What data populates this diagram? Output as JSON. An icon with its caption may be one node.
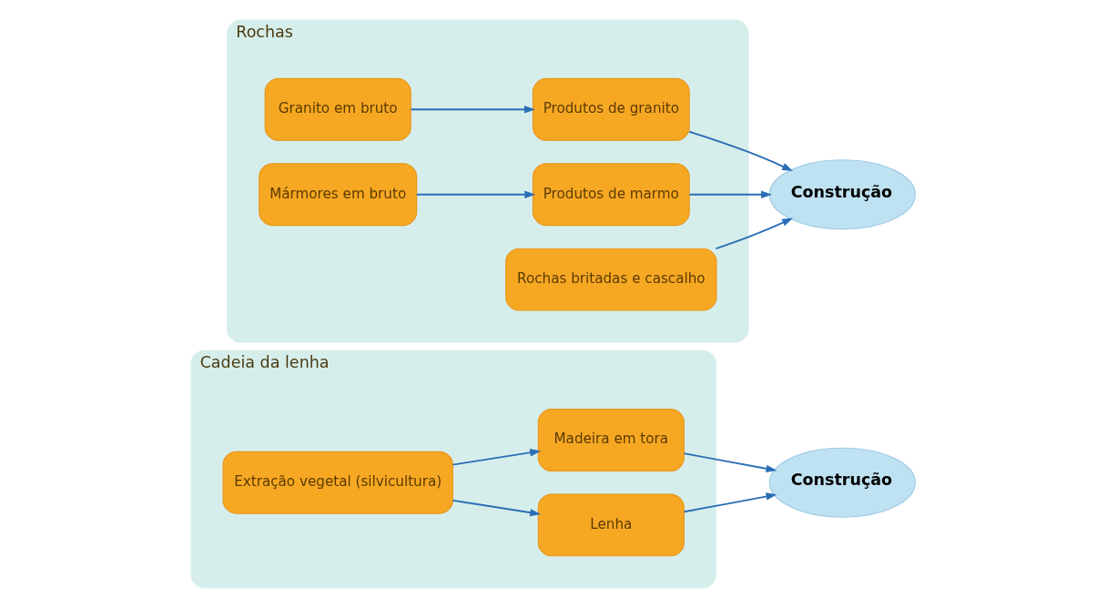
{
  "diagram": {
    "nodes": [
      {
        "text": [
          "Cadeia da lenha"
        ]
      },
      {
        "text": [
          "Extração vegetal (silvicultura)"
        ],
        "in": 0
      },
      {
        "text": [
          "Lenha"
        ],
        "in": 0
      },
      {
        "text": [
          "Madeira em tora"
        ],
        "in": 0
      },
      {
        "text": [
          "Construção"
        ]
      },
      {
        "text": [
          "Rochas"
        ]
      },
      {
        "text": [
          "Granito em bruto"
        ],
        "in": 5
      },
      {
        "text": [
          "Produtos de granito"
        ],
        "in": 5
      },
      {
        "text": [
          "Mármores em bruto"
        ],
        "in": 5
      },
      {
        "text": [
          "Produtos de marmo"
        ],
        "in": 5
      },
      {
        "text": [
          "Rochas britadas e cascalho"
        ],
        "in": 5
      },
      {
        "text": [
          "Construção"
        ]
      }
    ],
    "edges": [
      {
        "from": 1,
        "to": 2,
        "arrow": "to"
      },
      {
        "from": 1,
        "to": 3,
        "arrow": "to"
      },
      {
        "from": 2,
        "to": 4,
        "arrow": "to"
      },
      {
        "from": 3,
        "to": 4,
        "arrow": "to"
      },
      {
        "from": 6,
        "to": 7,
        "arrow": "to"
      },
      {
        "from": 8,
        "to": 9,
        "arrow": "to"
      },
      {
        "from": 7,
        "to": 11,
        "arrow": "to"
      },
      {
        "from": 9,
        "to": 11,
        "arrow": "to"
      },
      {
        "from": 10,
        "to": 11,
        "arrow": "to"
      }
    ]
  }
}
